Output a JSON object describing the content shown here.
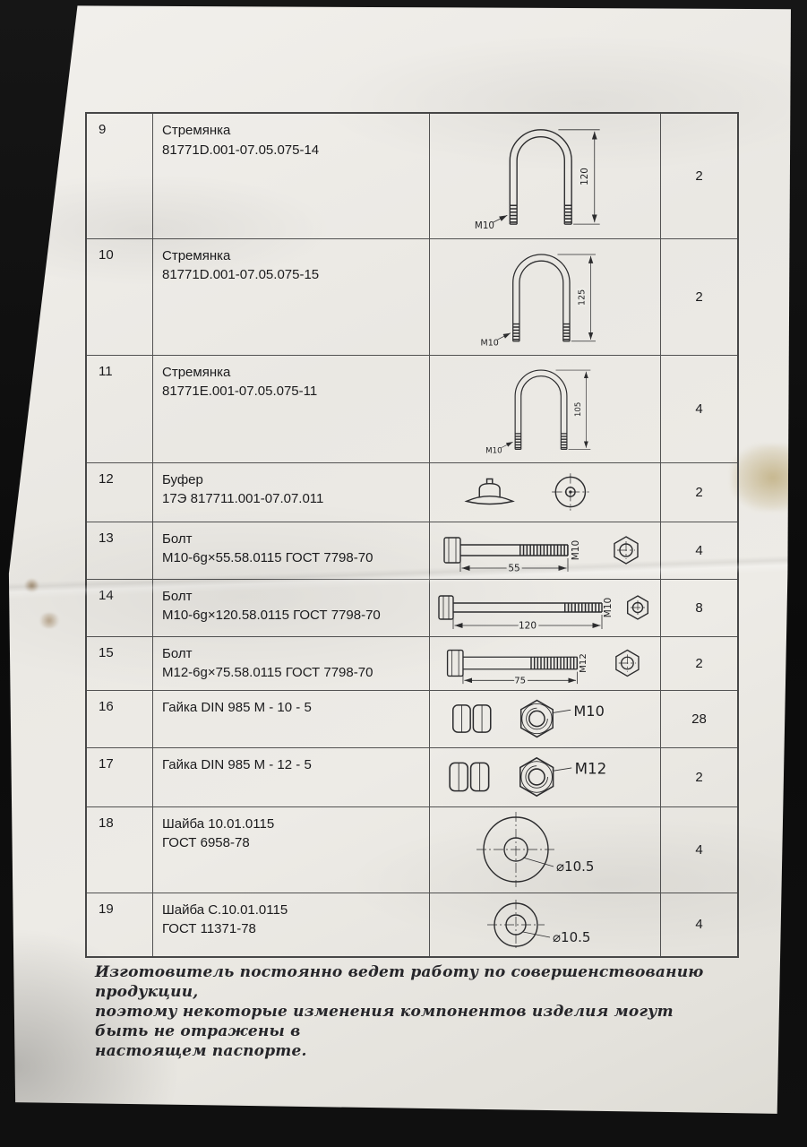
{
  "photo": {
    "background_color": "#0b0b0b",
    "paper_color": "#ecebe6"
  },
  "table": {
    "rows": [
      {
        "num": "9",
        "name_line1": "Стремянка",
        "name_line2": "81771D.001-07.05.075-14",
        "qty": "2",
        "drawing": {
          "type": "u-bolt",
          "length": "120",
          "thread": "M10"
        }
      },
      {
        "num": "10",
        "name_line1": "Стремянка",
        "name_line2": "81771D.001-07.05.075-15",
        "qty": "2",
        "drawing": {
          "type": "u-bolt",
          "length": "125",
          "thread": "M10"
        }
      },
      {
        "num": "11",
        "name_line1": "Стремянка",
        "name_line2": "81771E.001-07.05.075-11",
        "qty": "4",
        "drawing": {
          "type": "u-bolt",
          "length": "105",
          "thread": "M10"
        }
      },
      {
        "num": "12",
        "name_line1": "Буфер",
        "name_line2": "17Э 817711.001-07.07.011",
        "qty": "2",
        "drawing": {
          "type": "buffer"
        }
      },
      {
        "num": "13",
        "name_line1": "Болт",
        "name_line2": "М10-6g×55.58.0115 ГОСТ 7798-70",
        "qty": "4",
        "drawing": {
          "type": "bolt",
          "length": "55",
          "thread": "М10"
        }
      },
      {
        "num": "14",
        "name_line1": "Болт",
        "name_line2": "М10-6g×120.58.0115 ГОСТ 7798-70",
        "qty": "8",
        "drawing": {
          "type": "bolt",
          "length": "120",
          "thread": "М10"
        }
      },
      {
        "num": "15",
        "name_line1": "Болт",
        "name_line2": "М12-6g×75.58.0115 ГОСТ 7798-70",
        "qty": "2",
        "drawing": {
          "type": "bolt",
          "length": "75",
          "thread": "М12"
        }
      },
      {
        "num": "16",
        "name_line1": "Гайка DIN 985 М - 10 - 5",
        "qty": "28",
        "drawing": {
          "type": "nut",
          "thread": "M10"
        }
      },
      {
        "num": "17",
        "name_line1": "Гайка DIN 985 М - 12 - 5",
        "qty": "2",
        "drawing": {
          "type": "nut",
          "thread": "M12"
        }
      },
      {
        "num": "18",
        "name_line1": "Шайба 10.01.0115",
        "name_line2": "ГОСТ 6958-78",
        "qty": "4",
        "drawing": {
          "type": "washer",
          "diameter": "⌀10.5"
        }
      },
      {
        "num": "19",
        "name_line1": "Шайба С.10.01.0115",
        "name_line2": "ГОСТ 11371-78",
        "qty": "4",
        "drawing": {
          "type": "washer",
          "diameter": "⌀10.5"
        }
      }
    ]
  },
  "footer": {
    "lines": [
      "Изготовитель постоянно ведет работу по совершенствованию продукции,",
      "поэтому некоторые изменения компонентов изделия могут быть не отражены в",
      "настоящем паспорте."
    ]
  }
}
